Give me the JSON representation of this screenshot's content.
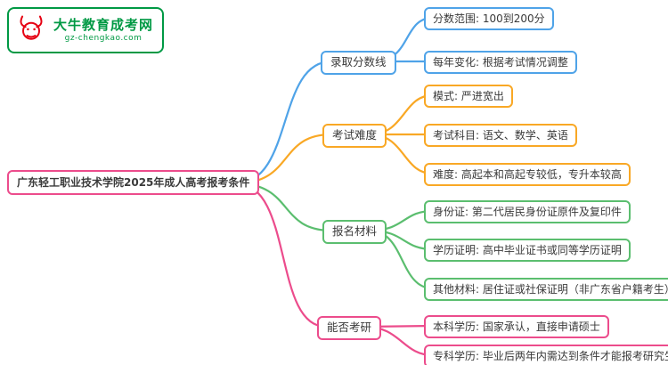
{
  "logo": {
    "title": "大牛教育成考网",
    "subtitle": "gz-chengkao.com",
    "brand_green": "#009944",
    "brand_red": "#E60012"
  },
  "mindmap": {
    "root": {
      "label": "广东轻工职业技术学院2025年成人高考报考条件",
      "color": "#EC4C8C"
    },
    "branches": [
      {
        "label": "录取分数线",
        "color": "#4FA3E8",
        "children": [
          {
            "text": "分数范围: 100到200分"
          },
          {
            "text": "每年变化: 根据考试情况调整"
          }
        ]
      },
      {
        "label": "考试难度",
        "color": "#F9A825",
        "children": [
          {
            "text": "模式: 严进宽出"
          },
          {
            "text": "考试科目: 语文、数学、英语"
          },
          {
            "text": "难度: 高起本和高起专较低，专升本较高"
          }
        ]
      },
      {
        "label": "报名材料",
        "color": "#5BBE6F",
        "children": [
          {
            "text": "身份证: 第二代居民身份证原件及复印件"
          },
          {
            "text": "学历证明: 高中毕业证书或同等学历证明"
          },
          {
            "text": "其他材料: 居住证或社保证明（非广东省户籍考生）"
          }
        ]
      },
      {
        "label": "能否考研",
        "color": "#EC4C8C",
        "children": [
          {
            "text": "本科学历: 国家承认，直接申请硕士"
          },
          {
            "text": "专科学历: 毕业后两年内需达到条件才能报考研究生"
          }
        ]
      }
    ]
  }
}
